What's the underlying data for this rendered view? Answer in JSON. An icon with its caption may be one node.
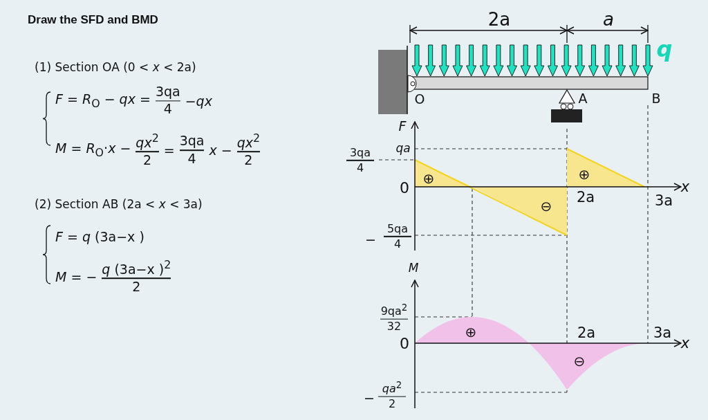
{
  "diagram": {
    "title": "Draw the SFD and BMD",
    "labels": [
      "(1) Section OA (0 < *x* < 2a)",
      "*F* = *R*$_{O}$ − *qx* =",
      "3qa",
      "4",
      "−*qx*",
      "*M* = *R*$_{O}$·*x* −",
      "*qx*$^{2}$",
      "2",
      "=",
      "3qa",
      "4",
      "*x* −",
      "*qx*$^{2}$",
      "2",
      "(2) Section AB (2a < *x* < 3a)",
      "*F* = *q* (3a−x )",
      "*M* = −",
      "*q* (3a−x )$^{2}$",
      "2",
      "2a",
      "a",
      "q",
      "O",
      "A",
      "B",
      "F",
      "3qa",
      "4",
      "qa",
      "0",
      "2a",
      "3a",
      "x",
      "⊕",
      "⊖",
      "⊕",
      "−",
      "5qa",
      "4",
      "M",
      "9qa$^{2}$",
      "32",
      "0",
      "2a",
      "3a",
      "x",
      "⊕",
      "⊖",
      "−",
      "*qa*$^{2}$",
      "2"
    ]
  }
}
